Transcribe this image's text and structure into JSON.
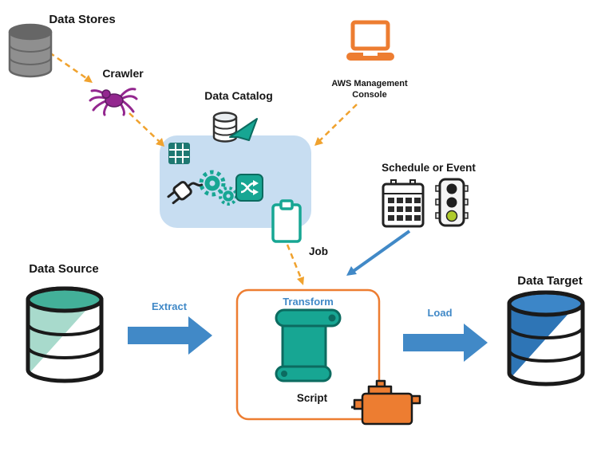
{
  "colors": {
    "orange": "#ED7D31",
    "gold": "#F0A22E",
    "blue": "#4189C7",
    "teal": "#17A693",
    "teal_dark": "#0C6B60",
    "grid_icon": "#1F7872",
    "panel": "#C7DDF1",
    "purple": "#93278F",
    "purple_dark": "#5E1B63",
    "gray": "#8F8F8F",
    "gray_dark": "#666666",
    "green": "#AFCB2B",
    "outline": "#1A1A1A",
    "source_teal_top": "#43B099",
    "source_teal_pale": "#A8DACC",
    "target_blue": "#2E75B6",
    "target_blue_top": "#3C86C8"
  },
  "labels": {
    "data_stores": "Data Stores",
    "crawler": "Crawler",
    "data_catalog": "Data Catalog",
    "aws_console_line1": "AWS Management",
    "aws_console_line2": "Console",
    "schedule_or_event": "Schedule or Event",
    "job": "Job",
    "data_source": "Data Source",
    "extract": "Extract",
    "transform": "Transform",
    "script": "Script",
    "load": "Load",
    "data_target": "Data Target"
  },
  "icons": {
    "data_stores": "database-cylinder-icon",
    "crawler": "spider-icon",
    "data_catalog": "database-with-share-arrow-icon",
    "catalog_panel": [
      "table-grid-icon",
      "plug-icon",
      "gears-icon",
      "shuffle-icon"
    ],
    "aws_console": "laptop-icon",
    "schedule": "calendar-icon",
    "event": "traffic-light-icon",
    "job": "clipboard-icon",
    "script": "scroll-icon",
    "engine": "engine-icon",
    "data_source": "database-cylinder-icon",
    "data_target": "database-cylinder-icon"
  }
}
